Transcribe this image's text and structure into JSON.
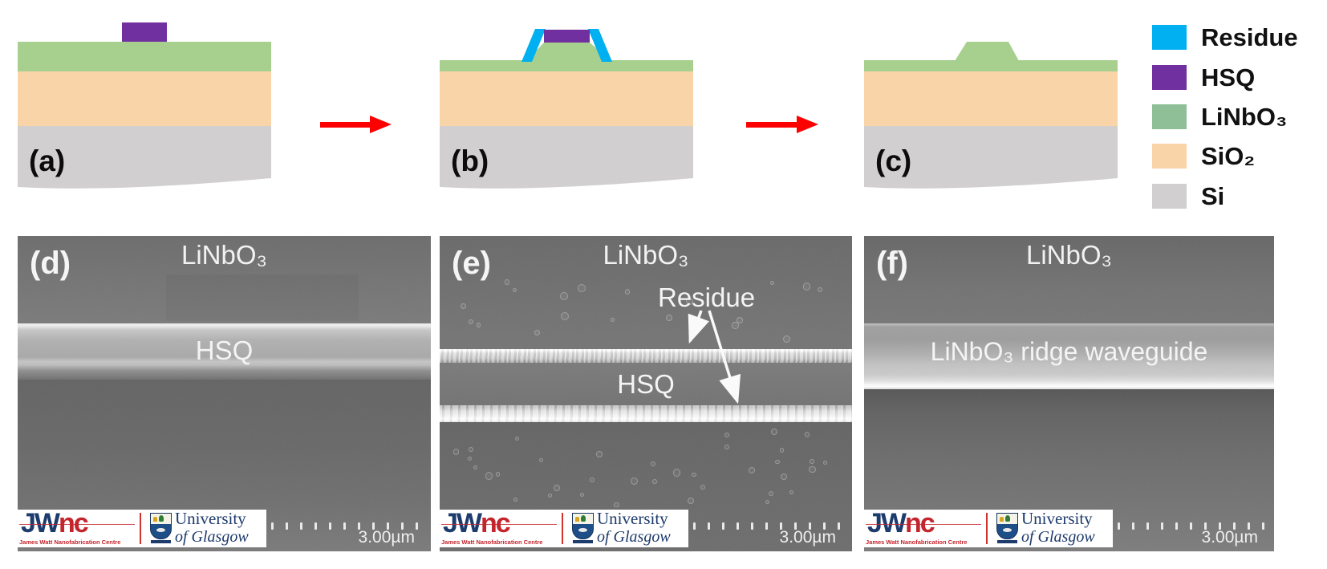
{
  "colors": {
    "residue": "#00B0F0",
    "hsq": "#7030A0",
    "linbo3_layer": "#A7D08F",
    "linbo3_legend": "#8FBF96",
    "sio2": "#FAD4A9",
    "si": "#D1CFCF",
    "arrow": "#FF0000",
    "sem_text": "#F2F2F2"
  },
  "process_steps": [
    {
      "label": "(a)"
    },
    {
      "label": "(b)"
    },
    {
      "label": "(c)"
    }
  ],
  "legend": {
    "items": [
      {
        "label": "Residue",
        "color": "#00B0F0"
      },
      {
        "label": "HSQ",
        "color": "#7030A0"
      },
      {
        "label": "LiNbO₃",
        "color": "#8FBF96"
      },
      {
        "label": "SiO₂",
        "color": "#FAD4A9"
      },
      {
        "label": "Si",
        "color": "#D1CFCF"
      }
    ]
  },
  "sem": {
    "d": {
      "label": "(d)",
      "material_top": "LiNbO₃",
      "stripe_label": "HSQ"
    },
    "e": {
      "label": "(e)",
      "material_top": "LiNbO₃",
      "residue_label": "Residue",
      "stripe_label": "HSQ"
    },
    "f": {
      "label": "(f)",
      "material_top": "LiNbO₃",
      "stripe_label": "LiNbO₃ ridge waveguide"
    },
    "scale": {
      "label": "3.00µm",
      "tick_count": 11
    },
    "footer": {
      "jwnc_blue": "JW",
      "jwnc_red": "nc",
      "jwnc_caption": "James Watt Nanofabrication Centre",
      "university_line1": "University",
      "university_line2": "of Glasgow"
    }
  }
}
